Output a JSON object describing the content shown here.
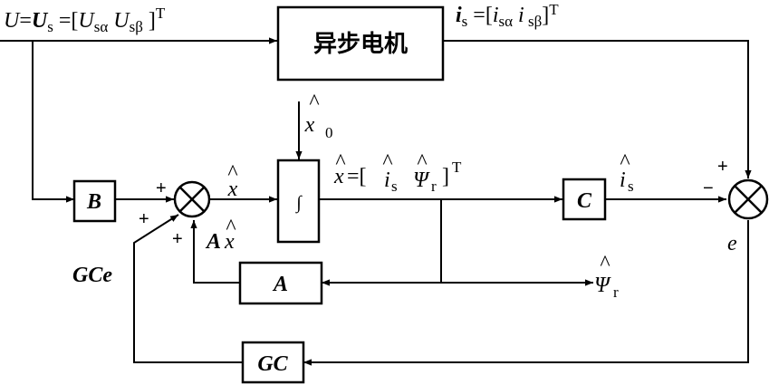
{
  "motor_block": {
    "label": "异步电机"
  },
  "blocks": {
    "B": "B",
    "C": "C",
    "A": "A",
    "GC": "GC",
    "integrator": "∫"
  },
  "signals": {
    "input_U": "U",
    "input_eq1": "=",
    "input_Us": "U",
    "input_sub_s": "s",
    "input_eq2": " =[",
    "input_U1": "U",
    "input_sub_sa": "sα",
    "input_U2": " U",
    "input_sub_sb": "sβ",
    "input_close": " ]",
    "input_T": "T",
    "output_i": "i",
    "output_sub_s": "s",
    "output_eq": " =[",
    "output_i1": "i",
    "output_sub_sa": "sα",
    "output_i2": " i",
    "output_sub_sb": " sβ",
    "output_close": "]",
    "output_T": "T",
    "x0": "x",
    "x0_sub": "0",
    "x0_hat": "^",
    "xhat": "x",
    "xhat_hat": "^",
    "state_x": "x",
    "state_hat": "^",
    "state_eq": "=[ ",
    "state_i": "i",
    "state_i_sub": "s",
    "state_i_hat": "^",
    "state_psi": "Ψ",
    "state_psi_sub": "r",
    "state_psi_hat": "^",
    "state_close": "]",
    "state_T": "T",
    "is_hat": "i",
    "is_hat_sub": "s",
    "is_hat_mark": "^",
    "psi_out": "Ψ",
    "psi_out_sub": "r",
    "psi_out_hat": "^",
    "Ax_A": "A",
    "Ax_x": "x",
    "Ax_hat": "^",
    "GCe": "GCe",
    "e": "e"
  },
  "signs": {
    "plus_B": "+",
    "plus_GC": "+",
    "plus_A": "+",
    "plus_top_right": "+",
    "minus_right": "−"
  }
}
